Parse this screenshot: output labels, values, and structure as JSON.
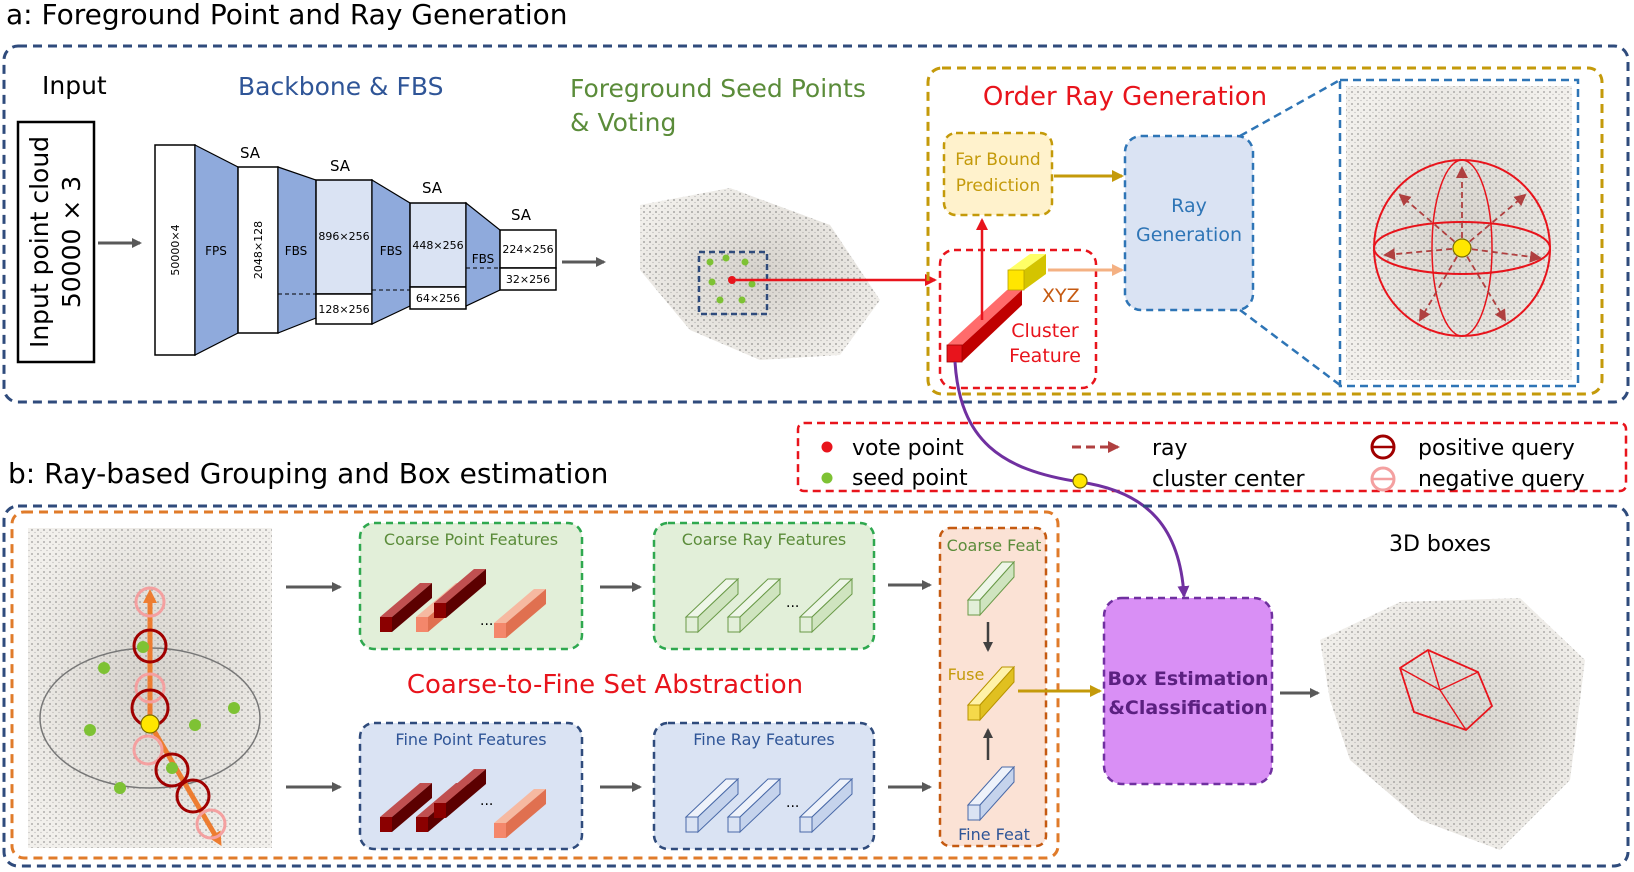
{
  "section_a": {
    "title": "a: Foreground Point and Ray Generation",
    "input_label": "Input",
    "input_box_line1": "Input point cloud",
    "input_box_line2": "50000 × 3",
    "backbone_title": "Backbone & FBS",
    "stages": {
      "input_dim": "50000×4",
      "fps": "FPS",
      "sa": "SA",
      "fbs": "FBS",
      "dim_1": "2048×128",
      "dim_2_top": "896×256",
      "dim_2_bottom": "128×256",
      "dim_3_top": "448×256",
      "dim_3_bottom": "64×256",
      "dim_4_top": "224×256",
      "dim_4_bottom": "32×256"
    },
    "seed_title_line1": "Foreground Seed Points",
    "seed_title_line2": "& Voting",
    "order_ray_title": "Order Ray Generation",
    "far_bound_line1": "Far Bound",
    "far_bound_line2": "Prediction",
    "ray_gen_line1": "Ray",
    "ray_gen_line2": "Generation",
    "xyz_label": "XYZ",
    "cluster_line1": "Cluster",
    "cluster_line2": "Feature"
  },
  "legend": {
    "vote_point": "vote point",
    "seed_point": "seed point",
    "ray": "ray",
    "cluster_center": "cluster  center",
    "positive_query": "positive query",
    "negative_query": "negative query"
  },
  "section_b": {
    "title": "b: Ray-based Grouping and Box estimation",
    "coarse_point_features": "Coarse Point Features",
    "coarse_ray_features": "Coarse Ray Features",
    "fine_point_features": "Fine Point Features",
    "fine_ray_features": "Fine Ray Features",
    "c2f_title": "Coarse-to-Fine Set Abstraction",
    "coarse_feat": "Coarse Feat",
    "fuse": "Fuse",
    "fine_feat": "Fine Feat",
    "box_est_line1": "Box Estimation",
    "box_est_line2": "&Classification",
    "boxes_3d": "3D boxes",
    "ellipsis": "..."
  },
  "colors": {
    "navy_dashed": "#2f4b7c",
    "olive_dashed": "#c49a0a",
    "red": "#e8141c",
    "green_title": "#5b8c3a",
    "blue_title": "#2f5597",
    "stage_blue": "#8faadc",
    "purple": "#7030a0",
    "box_purple": "#d98ff5",
    "orange_dashed": "#e07b2a",
    "coarse_green": "#e2efd9",
    "fine_blue": "#dae3f3",
    "peach": "#fbe2d5"
  }
}
